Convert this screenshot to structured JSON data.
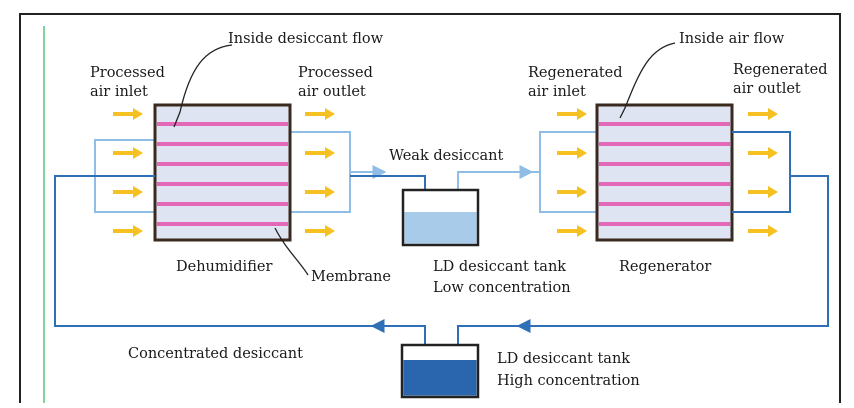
{
  "diagram": {
    "labels": {
      "inside_desiccant_flow": "Inside desiccant flow",
      "processed_air_inlet_1": "Processed",
      "processed_air_inlet_2": "air inlet",
      "processed_air_outlet_1": "Processed",
      "processed_air_outlet_2": "air outlet",
      "weak_desiccant": "Weak desiccant",
      "regenerated_air_inlet_1": "Regenerated",
      "regenerated_air_inlet_2": "air inlet",
      "inside_air_flow": "Inside air flow",
      "regenerated_air_outlet_1": "Regenerated",
      "regenerated_air_outlet_2": "air outlet",
      "dehumidifier": "Dehumidifier",
      "membrane": "Membrane",
      "tank_low_1": "LD desiccant tank",
      "tank_low_2": "Low concentration",
      "regenerator": "Regenerator",
      "concentrated_desiccant": "Concentrated desiccant",
      "tank_high_1": "LD desiccant tank",
      "tank_high_2": "High concentration"
    },
    "colors": {
      "pipe": "#2f6fb7",
      "pipe_light": "#8fbde6",
      "membrane_stripe": "#e468b8",
      "air_arrow": "#f4c022",
      "exchanger_fill": "#dfe4f3",
      "tank_low_liquid": "#a9cbea",
      "tank_high_liquid": "#2a66ad"
    }
  }
}
